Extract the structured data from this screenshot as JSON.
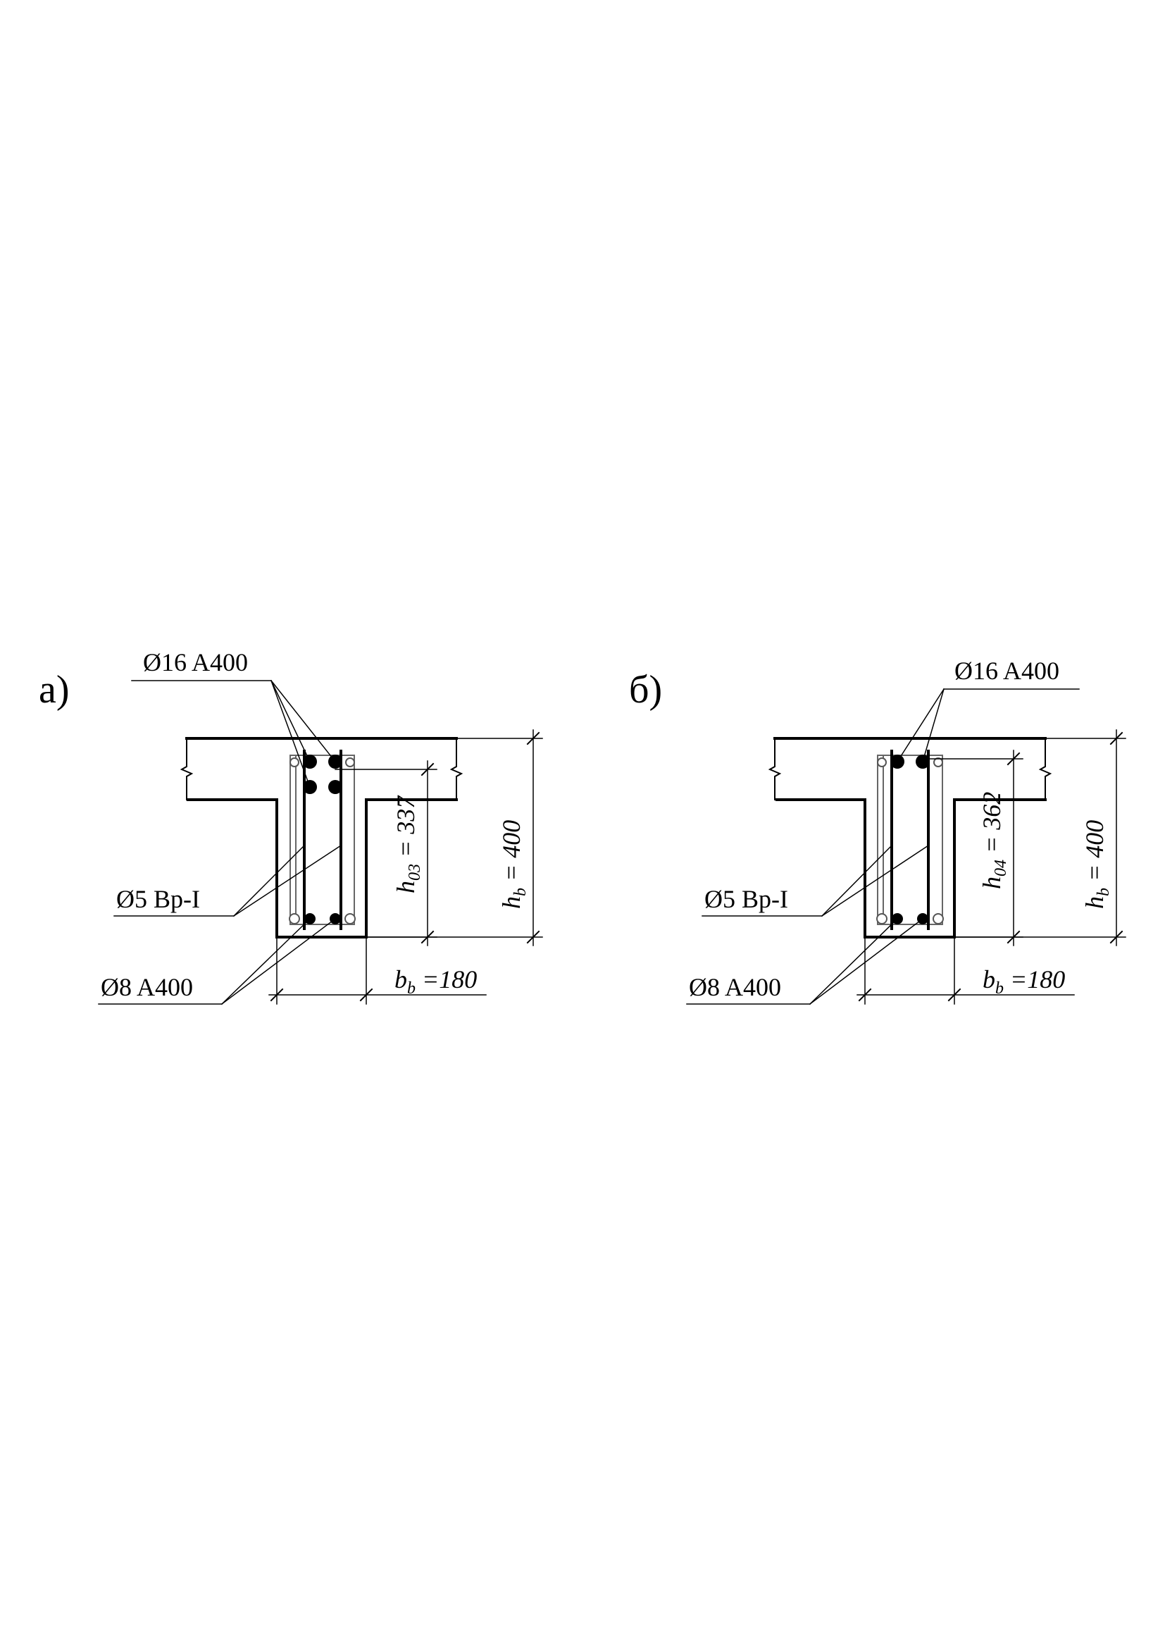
{
  "panel_a": {
    "marker": "а)",
    "top_bars_label": "Ø16 A400",
    "stirrup_label": "Ø5 Bp-I",
    "bottom_bars_label": "Ø8 A400",
    "h0_symbol": "h",
    "h0_sub": "03",
    "h0_value": " = 337",
    "hb_symbol": "h",
    "hb_sub": "b",
    "hb_value": " = 400",
    "bb_symbol": "b",
    "bb_sub": "b",
    "bb_value": " =180"
  },
  "panel_b": {
    "marker": "б)",
    "top_bars_label": "Ø16 A400",
    "stirrup_label": "Ø5 Bp-I",
    "bottom_bars_label": "Ø8 A400",
    "h0_symbol": "h",
    "h0_sub": "04",
    "h0_value": " = 362",
    "hb_symbol": "h",
    "hb_sub": "b",
    "hb_value": " = 400",
    "bb_symbol": "b",
    "bb_sub": "b",
    "bb_value": " =180"
  }
}
